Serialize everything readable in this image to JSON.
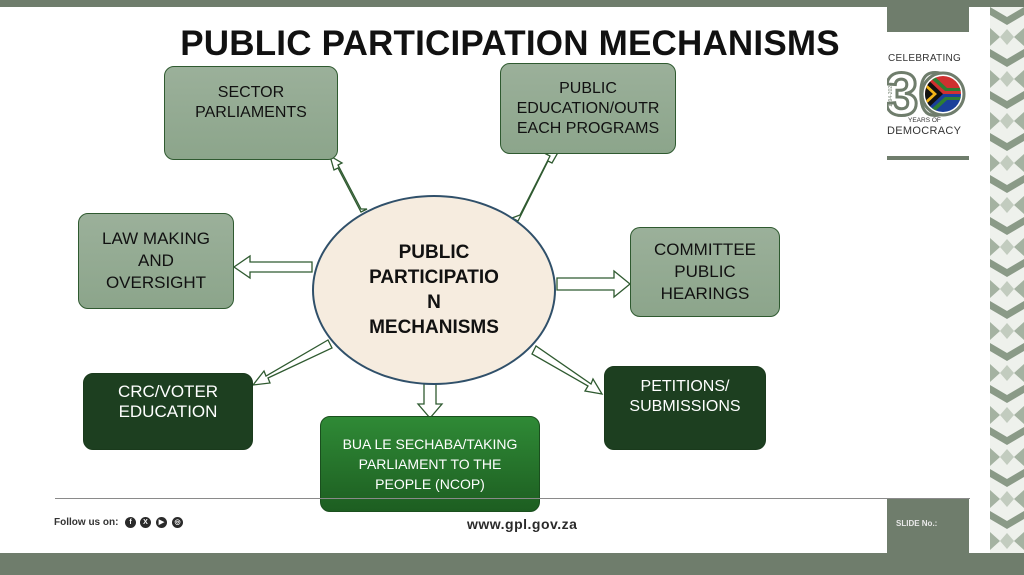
{
  "title": "PUBLIC PARTICIPATION MECHANISMS",
  "center_node": "PUBLIC\nPARTICIPATIO\nN\nMECHANISMS",
  "nodes": {
    "sector_parliaments": "SECTOR\nPARLIAMENTS",
    "public_education": "PUBLIC\nEDUCATION/OUTR\nEACH  PROGRAMS",
    "law_making": "LAW MAKING\nAND\nOVERSIGHT",
    "committee_hearings": "COMMITTEE\nPUBLIC\nHEARINGS",
    "crc_voter": "CRC/VOTER\nEDUCATION",
    "petitions": "PETITIONS/\nSUBMISSIONS",
    "bua_le_sechaba": "BUA LE SECHABA/TAKING\nPARLIAMENT TO THE\nPEOPLE (NCOP)"
  },
  "footer": {
    "follow_label": "Follow us on:",
    "social_icons": [
      "facebook-icon",
      "x-icon",
      "youtube-icon",
      "instagram-icon"
    ],
    "url": "www.gpl.gov.za",
    "slide_label": "SLIDE No.:"
  },
  "logo": {
    "celebrating": "CELEBRATING",
    "number": "30",
    "years_of": "YEARS OF",
    "democracy": "DEMOCRACY",
    "year_range": "1994-2024"
  },
  "colors": {
    "band": "#6f7d6c",
    "light_box": "#9bb09a",
    "dark_box": "#1d3f20",
    "green_box": "#2a7a30",
    "center_fill": "#f6ecdf"
  }
}
